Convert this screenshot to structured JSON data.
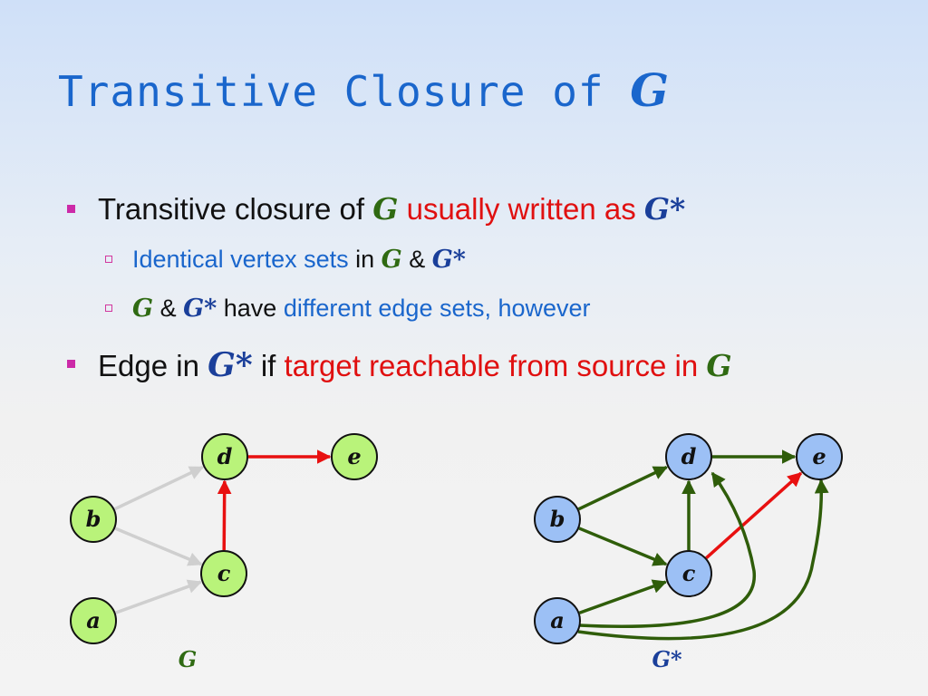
{
  "slide": {
    "title_text": "Transitive Closure of ",
    "title_var": "G",
    "bullet1": {
      "a": "Transitive closure of ",
      "g": "G",
      "b": " usually written as ",
      "gs": "G*"
    },
    "sub1": {
      "a": "Identical vertex sets",
      "b": " in ",
      "g": "G",
      "c": " & ",
      "gs": "G*"
    },
    "sub2": {
      "g": "G",
      "a": " & ",
      "gs": "G*",
      "b": " have ",
      "c": "different edge sets, however"
    },
    "bullet2": {
      "a": "Edge in ",
      "gs": "G*",
      "b": " if ",
      "c": "target reachable from source in ",
      "g": "G"
    }
  },
  "graphs": {
    "left": {
      "caption": "G",
      "node_fill": "#b9f37a",
      "nodes": [
        {
          "id": "d",
          "label": "d"
        },
        {
          "id": "e",
          "label": "e"
        },
        {
          "id": "b",
          "label": "b"
        },
        {
          "id": "c",
          "label": "c"
        },
        {
          "id": "a",
          "label": "a"
        }
      ],
      "edges": [
        {
          "from": "b",
          "to": "d",
          "color": "#cfcfcf"
        },
        {
          "from": "b",
          "to": "c",
          "color": "#cfcfcf"
        },
        {
          "from": "a",
          "to": "c",
          "color": "#cfcfcf"
        },
        {
          "from": "c",
          "to": "d",
          "color": "#e81010"
        },
        {
          "from": "d",
          "to": "e",
          "color": "#e81010"
        }
      ]
    },
    "right": {
      "caption": "G*",
      "node_fill": "#9cc0f5",
      "nodes": [
        {
          "id": "d",
          "label": "d"
        },
        {
          "id": "e",
          "label": "e"
        },
        {
          "id": "b",
          "label": "b"
        },
        {
          "id": "c",
          "label": "c"
        },
        {
          "id": "a",
          "label": "a"
        }
      ],
      "edges": [
        {
          "from": "b",
          "to": "d",
          "color": "#2f5d0a"
        },
        {
          "from": "b",
          "to": "c",
          "color": "#2f5d0a"
        },
        {
          "from": "a",
          "to": "c",
          "color": "#2f5d0a"
        },
        {
          "from": "c",
          "to": "d",
          "color": "#2f5d0a"
        },
        {
          "from": "d",
          "to": "e",
          "color": "#2f5d0a"
        },
        {
          "from": "c",
          "to": "e",
          "color": "#e81010"
        },
        {
          "from": "a",
          "to": "d",
          "color": "#2f5d0a",
          "curved": true
        },
        {
          "from": "a",
          "to": "e",
          "color": "#2f5d0a",
          "curved": true
        }
      ]
    }
  }
}
